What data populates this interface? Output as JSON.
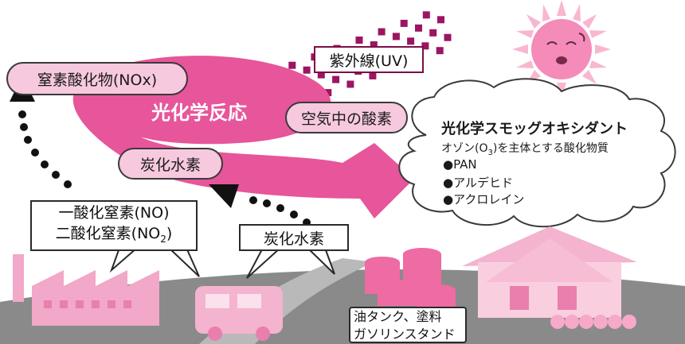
{
  "colors": {
    "magenta": "#e7559a",
    "pink_fill": "#f7c9de",
    "sun": "#f48bb8",
    "ray": "#9b1562",
    "ground": "#8a8a8a",
    "outline": "#2a2a2a"
  },
  "reaction_label": "光化学反応",
  "uv_label": "紫外線(UV)",
  "nox_label": "窒素酸化物(NOx)",
  "oxygen_label": "空気中の酸素",
  "hydrocarbon_pill_label": "炭化水素",
  "cloud": {
    "title": "光化学スモッグオキシダント",
    "subtitle": "オゾン(O",
    "subtitle_sub": "3",
    "subtitle_rest": ")を主体とする酸化物質",
    "items": [
      "●PAN",
      "●アルデヒド",
      "●アクロレイン"
    ]
  },
  "factory_callout": {
    "line1": "一酸化窒素(NO)",
    "line2_main": "二酸化窒素(NO",
    "line2_sub": "2",
    "line2_end": ")"
  },
  "vehicle_callout": "炭化水素",
  "tank_callout": {
    "line1": "油タンク、塗料",
    "line2": "ガソリンスタンド"
  },
  "icons": [
    "sun-icon",
    "factory-icon",
    "truck-icon",
    "oil-tank-icon",
    "house-icon",
    "smog-cloud-icon"
  ]
}
